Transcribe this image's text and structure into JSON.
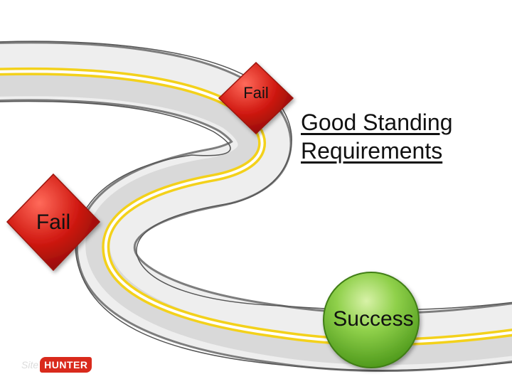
{
  "diagram": {
    "heading_line1": "Good Standing",
    "heading_line2": "Requirements",
    "fail_top": "Fail",
    "fail_left": "Fail",
    "success": "Success"
  },
  "logo": {
    "prefix": "Site",
    "name": "HUNTER"
  },
  "colors": {
    "fail_red": "#d11a12",
    "success_green": "#7dc43a",
    "road_line_yellow": "#f3d11b",
    "road_edge_gray": "#8a8a8a"
  }
}
